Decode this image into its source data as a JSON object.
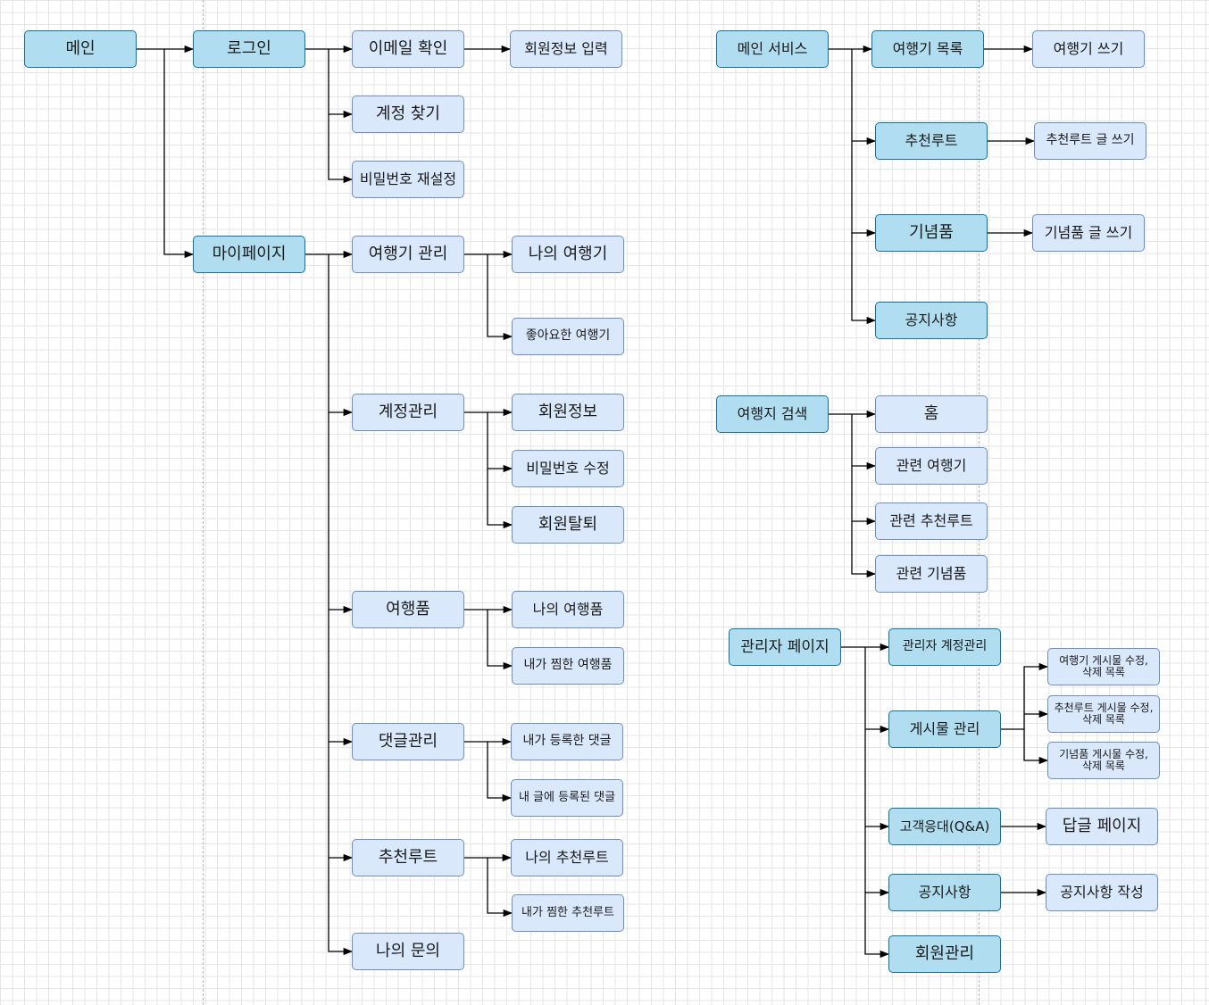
{
  "colors": {
    "top_fill": "#b1ddf0",
    "top_stroke": "#10739e",
    "leaf_fill": "#dae8fc",
    "leaf_stroke": "#6c8ebf",
    "edge": "#000000"
  },
  "nodes": {
    "main": "메인",
    "login": "로그인",
    "email_check": "이메일 확인",
    "member_info_input": "회원정보 입력",
    "find_account": "계정 찾기",
    "reset_password": "비밀번호 재설정",
    "mypage": "마이페이지",
    "travelog_manage": "여행기 관리",
    "my_travelog": "나의 여행기",
    "liked_travelog": "좋아요한 여행기",
    "account_manage": "계정관리",
    "member_info": "회원정보",
    "edit_password": "비밀번호 수정",
    "withdraw": "회원탈퇴",
    "travel_goods": "여행품",
    "my_goods": "나의 여행품",
    "wished_goods": "내가 찜한 여행품",
    "comment_manage": "댓글관리",
    "my_comments": "내가 등록한 댓글",
    "comments_on_my_posts": "내 글에 등록된 댓글",
    "route_mp": "추천루트",
    "my_route": "나의 추천루트",
    "wished_route": "내가 찜한 추천루트",
    "my_inquiry": "나의 문의",
    "main_service": "메인 서비스",
    "travelog_list": "여행기 목록",
    "write_travelog": "여행기 쓰기",
    "route": "추천루트",
    "write_route": "추천루트 글 쓰기",
    "souvenir": "기념품",
    "write_souvenir": "기념품 글 쓰기",
    "notice": "공지사항",
    "search": "여행지 검색",
    "home": "홈",
    "rel_travelog": "관련 여행기",
    "rel_route": "관련 추천루트",
    "rel_souvenir": "관련 기념품",
    "admin": "관리자 페이지",
    "admin_account": "관리자 계정관리",
    "post_manage": "게시물 관리",
    "travelog_post_edit": "여행기 게시물 수정,\n삭제 목록",
    "route_post_edit": "추천루트 게시물 수정,\n삭제 목록",
    "souvenir_post_edit": "기념품 게시물 수정,\n삭제 목록",
    "cs": "고객응대(Q&A)",
    "reply_page": "답글 페이지",
    "admin_notice": "공지사항",
    "write_notice": "공지사항 작성",
    "member_manage": "회원관리"
  }
}
